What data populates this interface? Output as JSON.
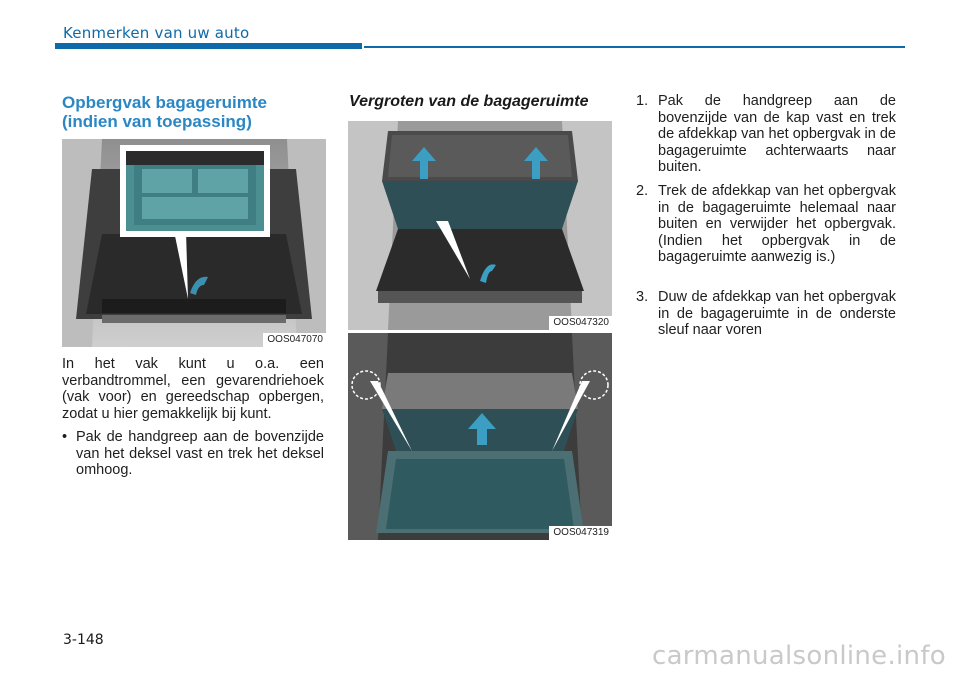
{
  "header": {
    "title": "Kenmerken van uw auto",
    "accent_color": "#0e6aa8"
  },
  "left": {
    "title": "Opbergvak bagageruimte (indien van toepassing)",
    "image_code": "OOS047070",
    "paragraph": "In het vak kunt u o.a. een verbandtrommel, een gevarendriehoek (vak voor) en gereedschap opbergen, zodat u hier gemakkelijk bij kunt.",
    "bullet_mark": "•",
    "bullet": "Pak de handgreep aan de bovenzijde van het deksel vast en trek het deksel omhoog."
  },
  "middle": {
    "title": "Vergroten van de bagageruimte",
    "image_top_code": "OOS047320",
    "image_bottom_code": "OOS047319"
  },
  "right": {
    "steps": [
      {
        "num": "1.",
        "text": "Pak de handgreep aan de bovenzijde van de kap vast en trek de afdekkap van het opbergvak in de bagageruimte achterwaarts naar buiten."
      },
      {
        "num": "2.",
        "text": "Trek de afdekkap van het opbergvak in de bagageruimte helemaal naar buiten en verwijder het opbergvak. (Indien het opbergvak in de bagageruimte aanwezig is.)"
      },
      {
        "num": "3.",
        "text": "Duw de afdekkap van het opbergvak in de bagageruimte in de onderste sleuf naar voren"
      }
    ]
  },
  "footer": {
    "page_number": "3-148",
    "watermark": "carmanualsonline.info"
  }
}
